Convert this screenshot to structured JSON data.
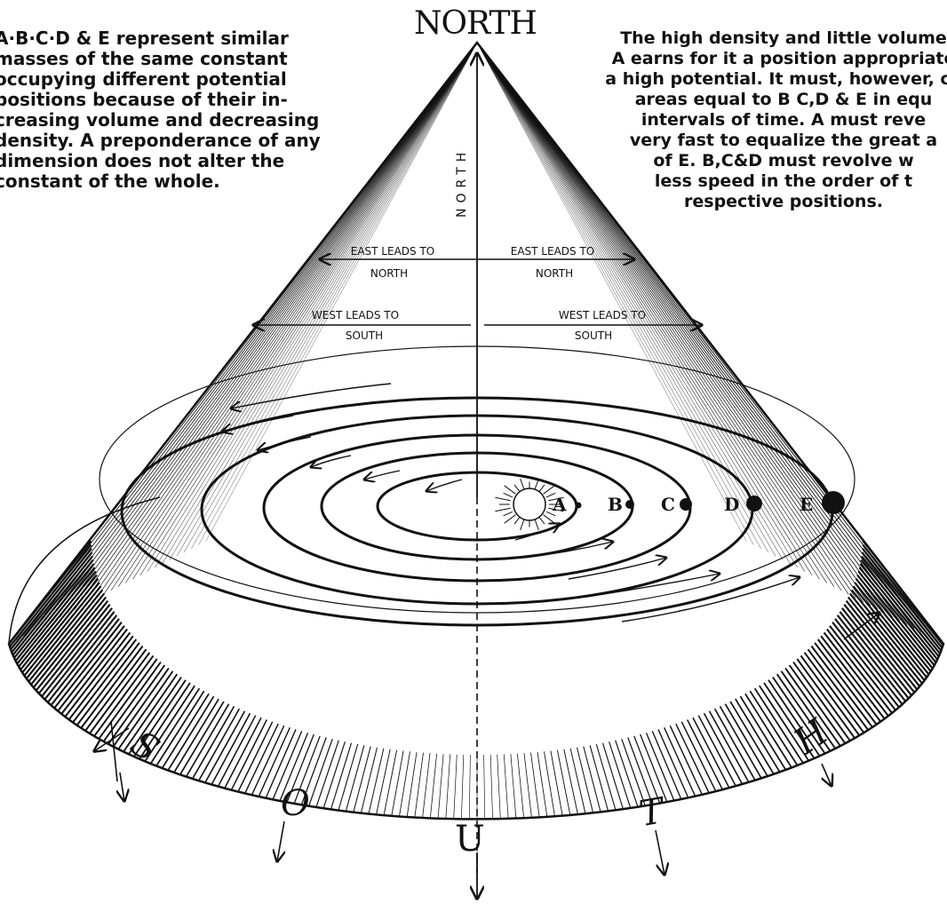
{
  "title": "NORTH",
  "left_note": [
    "A·B·C·D & E represent similar",
    "masses of the same constant",
    "occupying different potential",
    "positions because of their in-",
    "creasing volume and decreasing",
    "density. A preponderance of any",
    "dimension does not alter the",
    "constant of the whole."
  ],
  "right_note": [
    "The high density and little volume",
    "A earns for it a position appropriate",
    "a high potential. It must, however, co",
    "areas equal to B C,D & E  in equ",
    "intervals of time. A must reve",
    "very fast to equalize the great a",
    "of E.   B,C&D must revolve w",
    "less speed in the order of t",
    "respective positions."
  ],
  "axis_label": "NORTH",
  "arrow_labels": {
    "east_left_1": "EAST LEADS TO",
    "east_left_2": "NORTH",
    "east_right_1": "EAST LEADS TO",
    "east_right_2": "NORTH",
    "west_left_1": "WEST LEADS TO",
    "west_left_2": "SOUTH",
    "west_right_1": "WEST LEADS TO",
    "west_right_2": "SOUTH"
  },
  "bodies": [
    "A",
    "B",
    "C",
    "D",
    "E"
  ],
  "south_letters": [
    "S",
    "O",
    "U",
    "T",
    "H"
  ]
}
